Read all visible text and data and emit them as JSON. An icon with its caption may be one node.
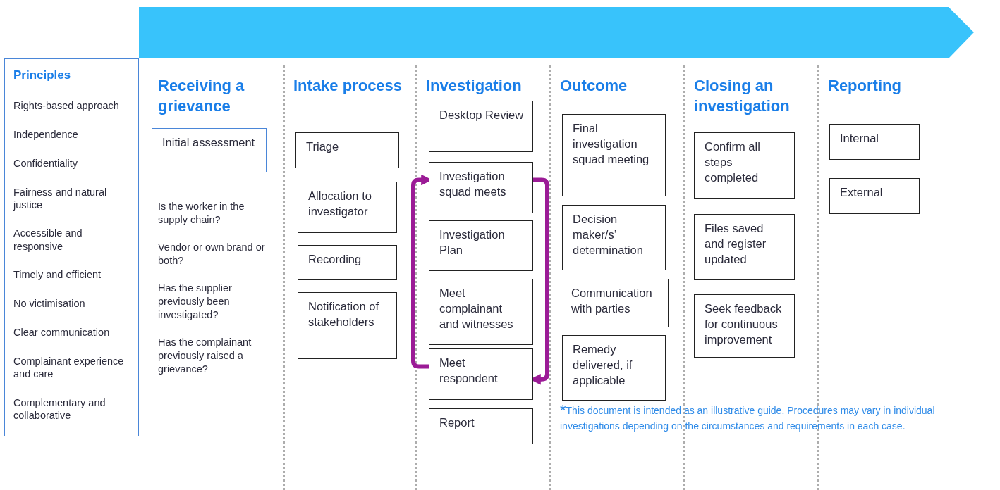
{
  "diagram": {
    "nodes": [
      {
        "text": [
          "Principles",
          "Rights-based approach",
          "Independence",
          "Confidentiality",
          "Fairness and natural justice",
          "Accessible and responsive",
          "Timely and efficient",
          "No victimisation",
          "Clear communication",
          "Complainant experience and care",
          "Complementary and collaborative"
        ]
      },
      {
        "text": [
          "Initial assessment"
        ]
      },
      {
        "text": [
          "Triage"
        ]
      },
      {
        "text": [
          "Allocation to investigator"
        ]
      },
      {
        "text": [
          "Recording"
        ]
      },
      {
        "text": [
          "Notification of stakeholders"
        ]
      },
      {
        "text": [
          "Desktop Review"
        ]
      },
      {
        "text": [
          "Investigation squad meets"
        ]
      },
      {
        "text": [
          "Investigation Plan"
        ]
      },
      {
        "text": [
          "Meet complainant and witnesses"
        ]
      },
      {
        "text": [
          "Meet respondent"
        ]
      },
      {
        "text": [
          "Report"
        ]
      },
      {
        "text": [
          "Final investigation squad meeting"
        ]
      },
      {
        "text": [
          "Decision maker/s’ determination"
        ]
      },
      {
        "text": [
          "Communication with parties"
        ]
      },
      {
        "text": [
          "Remedy delivered, if applicable"
        ]
      },
      {
        "text": [
          "Confirm all steps completed"
        ]
      },
      {
        "text": [
          "Files saved and register updated"
        ]
      },
      {
        "text": [
          "Seek feedback for continuous improvement"
        ]
      },
      {
        "text": [
          "Internal"
        ]
      },
      {
        "text": [
          "External"
        ]
      }
    ],
    "edges": [
      {
        "from": 7,
        "to": 10,
        "arrow": "to"
      },
      {
        "from": 10,
        "to": 7,
        "arrow": "to"
      }
    ],
    "labels": [
      "Receiving a grievance",
      "Intake process",
      "Investigation",
      "Outcome",
      "Closing an investigation",
      "Reporting",
      "Is the worker in the supply chain?",
      "Vendor or own brand or both?",
      "Has the supplier previously been investigated?",
      "Has the complainant previously raised a grievance?",
      "$^{*}$This document is intended as an illustrative guide. Procedures may vary in individual investigations depending on the circumstances and requirements in each case."
    ]
  }
}
